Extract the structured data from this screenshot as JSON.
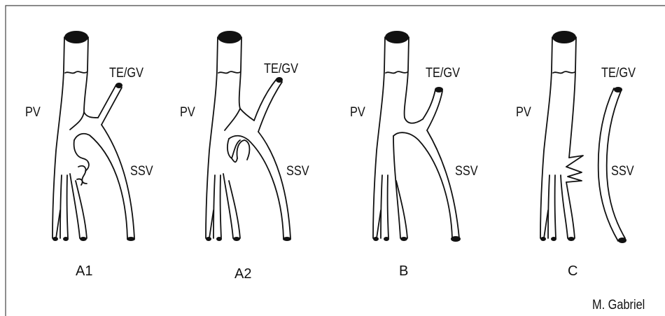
{
  "panels": [
    {
      "id": "A1",
      "caption": "A1",
      "labels": {
        "portal": "PV",
        "gastric": "TE/GV",
        "splenic": "SSV"
      }
    },
    {
      "id": "A2",
      "caption": "A2",
      "labels": {
        "portal": "PV",
        "gastric": "TE/GV",
        "splenic": "SSV"
      }
    },
    {
      "id": "B",
      "caption": "B",
      "labels": {
        "portal": "PV",
        "gastric": "TE/GV",
        "splenic": "SSV"
      }
    },
    {
      "id": "C",
      "caption": "C",
      "labels": {
        "portal": "PV",
        "gastric": "TE/GV",
        "splenic": "SSV"
      }
    }
  ],
  "credit": "M. Gabriel",
  "colors": {
    "ink": "#111111",
    "frame": "#444444",
    "background": "#ffffff"
  }
}
